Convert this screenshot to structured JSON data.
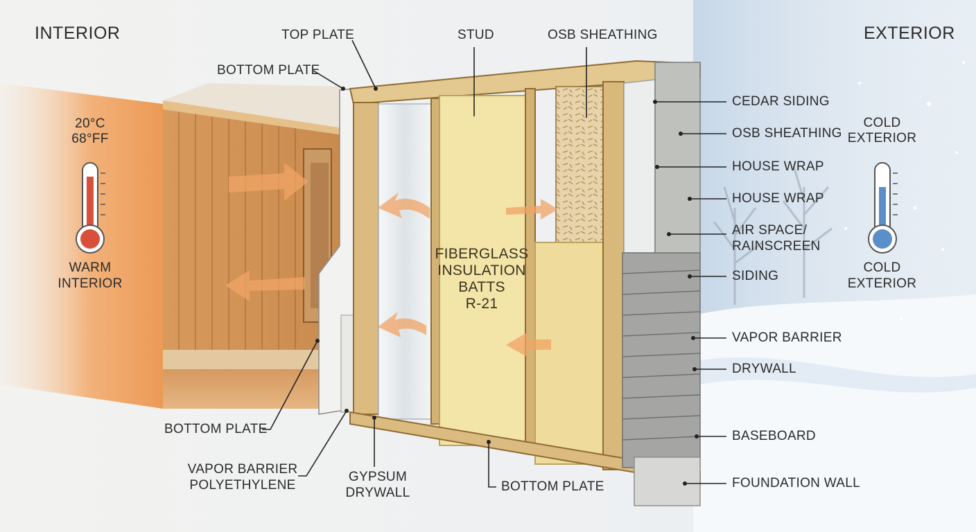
{
  "sides": {
    "interior": "INTERIOR",
    "exterior": "EXTERIOR"
  },
  "warm": {
    "temp_c": "20°C",
    "temp_f": "68°FF",
    "line1": "WARM",
    "line2": "INTERIOR"
  },
  "cold": {
    "top1": "COLD",
    "top2": "EXTERIOR",
    "bottom1": "COLD",
    "bottom2": "EXTERIOR"
  },
  "top_labels": {
    "top_plate": "TOP PLATE",
    "bottom_plate": "BOTTOM PLATE",
    "stud": "STUD",
    "osb": "OSB SHEATHING"
  },
  "insulation": {
    "line1": "FIBERGLASS",
    "line2": "INSULATION",
    "line3": "BATTS",
    "line4": "R-21"
  },
  "right_labels": [
    "CEDAR SIDING",
    "OSB SHEATHING",
    "HOUSE WRAP",
    "HOUSE WRAP",
    "AIR SPACE/",
    "RAINSCREEN",
    "SIDING",
    "VAPOR BARRIER",
    "DRYWALL",
    "BASEBOARD",
    "FOUNDATION WALL"
  ],
  "bottom_labels": {
    "bottom_plate_left": "BOTTOM PLATE",
    "vapor1": "VAPOR BARRIER",
    "vapor2": "POLYETHYLENE",
    "gypsum1": "GYPSUM",
    "gypsum2": "DRYWALL",
    "bottom_plate_center": "BOTTOM PLATE"
  },
  "colors": {
    "warm": "#f1a866",
    "wood": "#d9bc86",
    "insulation": "#f3e4a8",
    "siding": "#a5a6a3",
    "cold": "#c9d8e8",
    "leader": "#222222"
  }
}
